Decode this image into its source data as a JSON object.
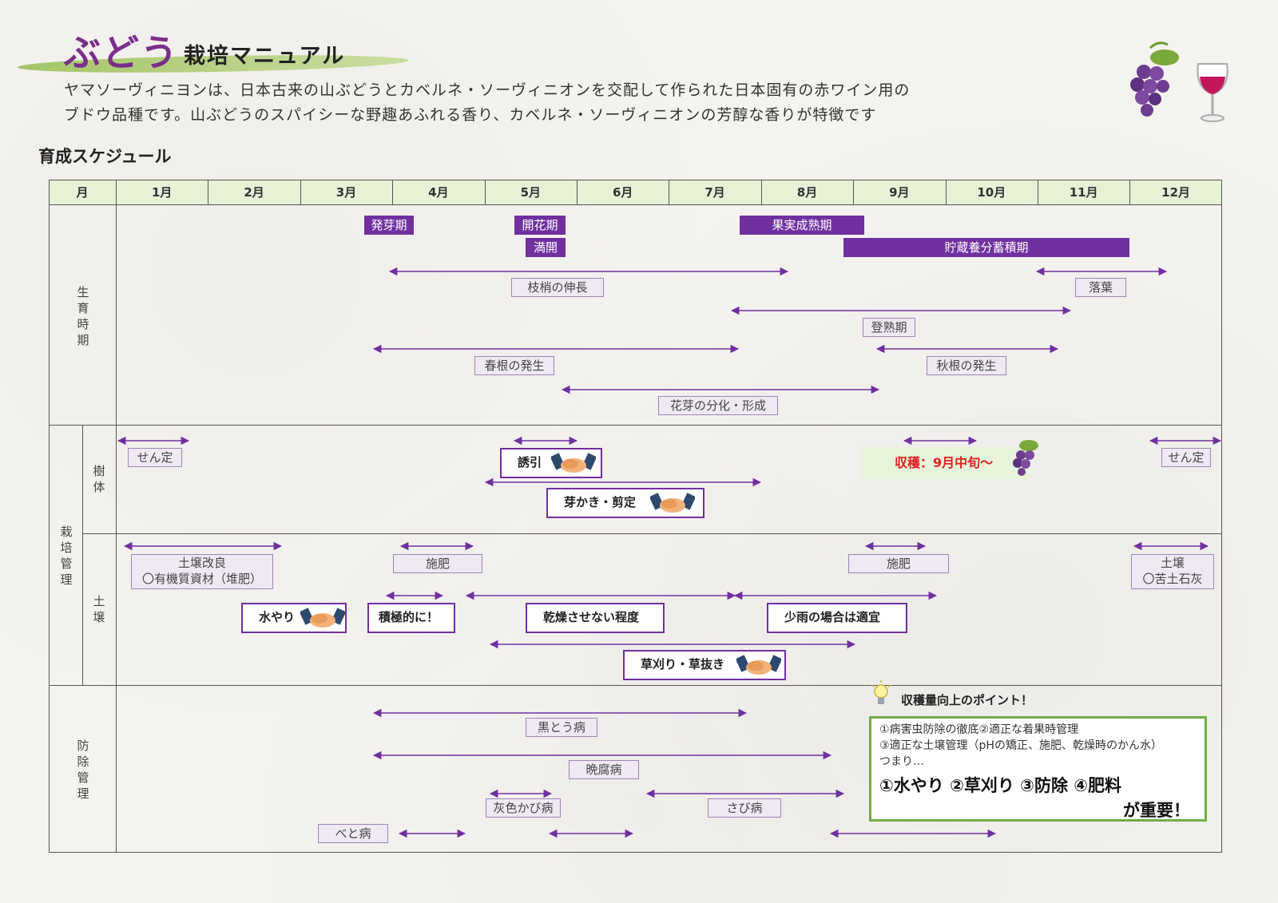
{
  "header": {
    "title_main": "ぶどう",
    "title_sub": "栽培マニュアル",
    "intro_line1": "ヤマソーヴィニヨンは、日本古来の山ぶどうとカベルネ・ソーヴィニオンを交配して作られた日本固有の赤ワイン用の",
    "intro_line2": "ブドウ品種です。山ぶどうのスパイシーな野趣あふれる香り、カベルネ・ソーヴィニオンの芳醇な香りが特徴です"
  },
  "section_title": "育成スケジュール",
  "table": {
    "month_header": "月",
    "months": [
      "1月",
      "2月",
      "3月",
      "4月",
      "5月",
      "6月",
      "7月",
      "8月",
      "9月",
      "10月",
      "11月",
      "12月"
    ],
    "row_growth": "生育時期",
    "row_cultivation": "栽培管理",
    "row_tree": "樹体",
    "row_soil": "土壌",
    "row_pest": "防除管理"
  },
  "growth": {
    "germination": "発芽期",
    "flowering_start": "開花期",
    "full_bloom": "満開",
    "ripening": "果実成熟期",
    "storage": "貯蔵養分蓄積期",
    "shoot_growth": "枝梢の伸長",
    "leaf_fall": "落葉",
    "maturation": "登熟期",
    "spring_root": "春根の発生",
    "autumn_root": "秋根の発生",
    "bud_diff": "花芽の分化・形成"
  },
  "tree": {
    "pruning": "せん定",
    "training": "誘引",
    "harvest": "収穫：9月中旬～",
    "bud_thinning": "芽かき・剪定",
    "pruning_end": "せん定"
  },
  "soil": {
    "improve_line1": "土壌改良",
    "improve_line2": "〇有機質資材（堆肥）",
    "fert1": "施肥",
    "fert2": "施肥",
    "lime_line1": "土壌",
    "lime_line2": "〇苦土石灰",
    "watering": "水やり",
    "active": "積極的に！",
    "not_dry": "乾燥させない程度",
    "little_rain": "少雨の場合は適宜",
    "weeding": "草刈り・草抜き"
  },
  "pest": {
    "anthracnose": "黒とう病",
    "late_rot": "晩腐病",
    "gray_mold": "灰色かび病",
    "rust": "さび病",
    "downy_mildew": "べと病"
  },
  "points": {
    "title": "収穫量向上のポイント！",
    "line1": "①病害虫防除の徹底②適正な着果時管理",
    "line2": "③適正な土壌管理（pHの矯正、施肥、乾燥時のかん水）",
    "line3": "つまり…",
    "big1": "①水やり ②草刈り ③防除 ④肥料",
    "big2": "が重要！"
  },
  "colors": {
    "accent_purple": "#7030a0",
    "header_green": "#e6f1d6",
    "harvest_red": "#e02020",
    "point_border": "#70ad47"
  }
}
